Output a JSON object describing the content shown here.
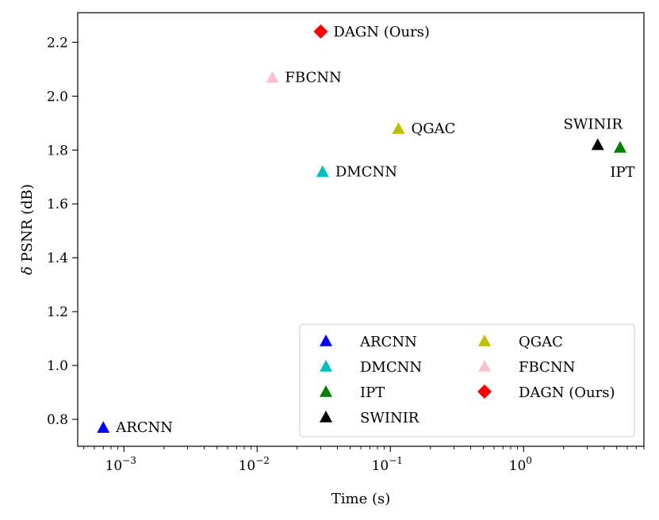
{
  "chart_data": {
    "type": "scatter",
    "title": "",
    "xlabel": "Time (s)",
    "ylabel": "δ PSNR (dB)",
    "xscale": "log",
    "xlim": [
      0.00045,
      8.0
    ],
    "ylim": [
      0.7,
      2.31
    ],
    "grid": false,
    "legend_position": "bottom-right",
    "x_ticks": [
      {
        "value": 0.001,
        "base": "10",
        "exp": "−3"
      },
      {
        "value": 0.01,
        "base": "10",
        "exp": "−2"
      },
      {
        "value": 0.1,
        "base": "10",
        "exp": "−1"
      },
      {
        "value": 1,
        "base": "10",
        "exp": "0"
      }
    ],
    "y_ticks": [
      "0.8",
      "1.0",
      "1.2",
      "1.4",
      "1.6",
      "1.8",
      "2.0",
      "2.2"
    ],
    "points": [
      {
        "name": "ARCNN",
        "x": 0.0007,
        "y": 0.77,
        "marker": "triangle",
        "color": "#0000ff",
        "label_pos": "right"
      },
      {
        "name": "DMCNN",
        "x": 0.031,
        "y": 1.72,
        "marker": "triangle",
        "color": "#00bfbf",
        "label_pos": "right"
      },
      {
        "name": "IPT",
        "x": 5.3,
        "y": 1.81,
        "marker": "triangle",
        "color": "#008000",
        "label_pos": "below"
      },
      {
        "name": "SWINIR",
        "x": 3.6,
        "y": 1.82,
        "marker": "triangle",
        "color": "#000000",
        "label_pos": "above"
      },
      {
        "name": "QGAC",
        "x": 0.115,
        "y": 1.88,
        "marker": "triangle",
        "color": "#bfbf00",
        "label_pos": "right"
      },
      {
        "name": "FBCNN",
        "x": 0.013,
        "y": 2.07,
        "marker": "triangle",
        "color": "#ffc0cb",
        "label_pos": "right"
      },
      {
        "name": "DAGN (Ours)",
        "x": 0.03,
        "y": 2.24,
        "marker": "diamond",
        "color": "#ff0000",
        "label_pos": "right"
      }
    ],
    "legend": [
      {
        "label": "ARCNN",
        "marker": "triangle",
        "color": "#0000ff"
      },
      {
        "label": "DMCNN",
        "marker": "triangle",
        "color": "#00bfbf"
      },
      {
        "label": "IPT",
        "marker": "triangle",
        "color": "#008000"
      },
      {
        "label": "SWINIR",
        "marker": "triangle",
        "color": "#000000"
      },
      {
        "label": "QGAC",
        "marker": "triangle",
        "color": "#bfbf00"
      },
      {
        "label": "FBCNN",
        "marker": "triangle",
        "color": "#ffc0cb"
      },
      {
        "label": "DAGN (Ours)",
        "marker": "diamond",
        "color": "#ff0000"
      }
    ]
  }
}
